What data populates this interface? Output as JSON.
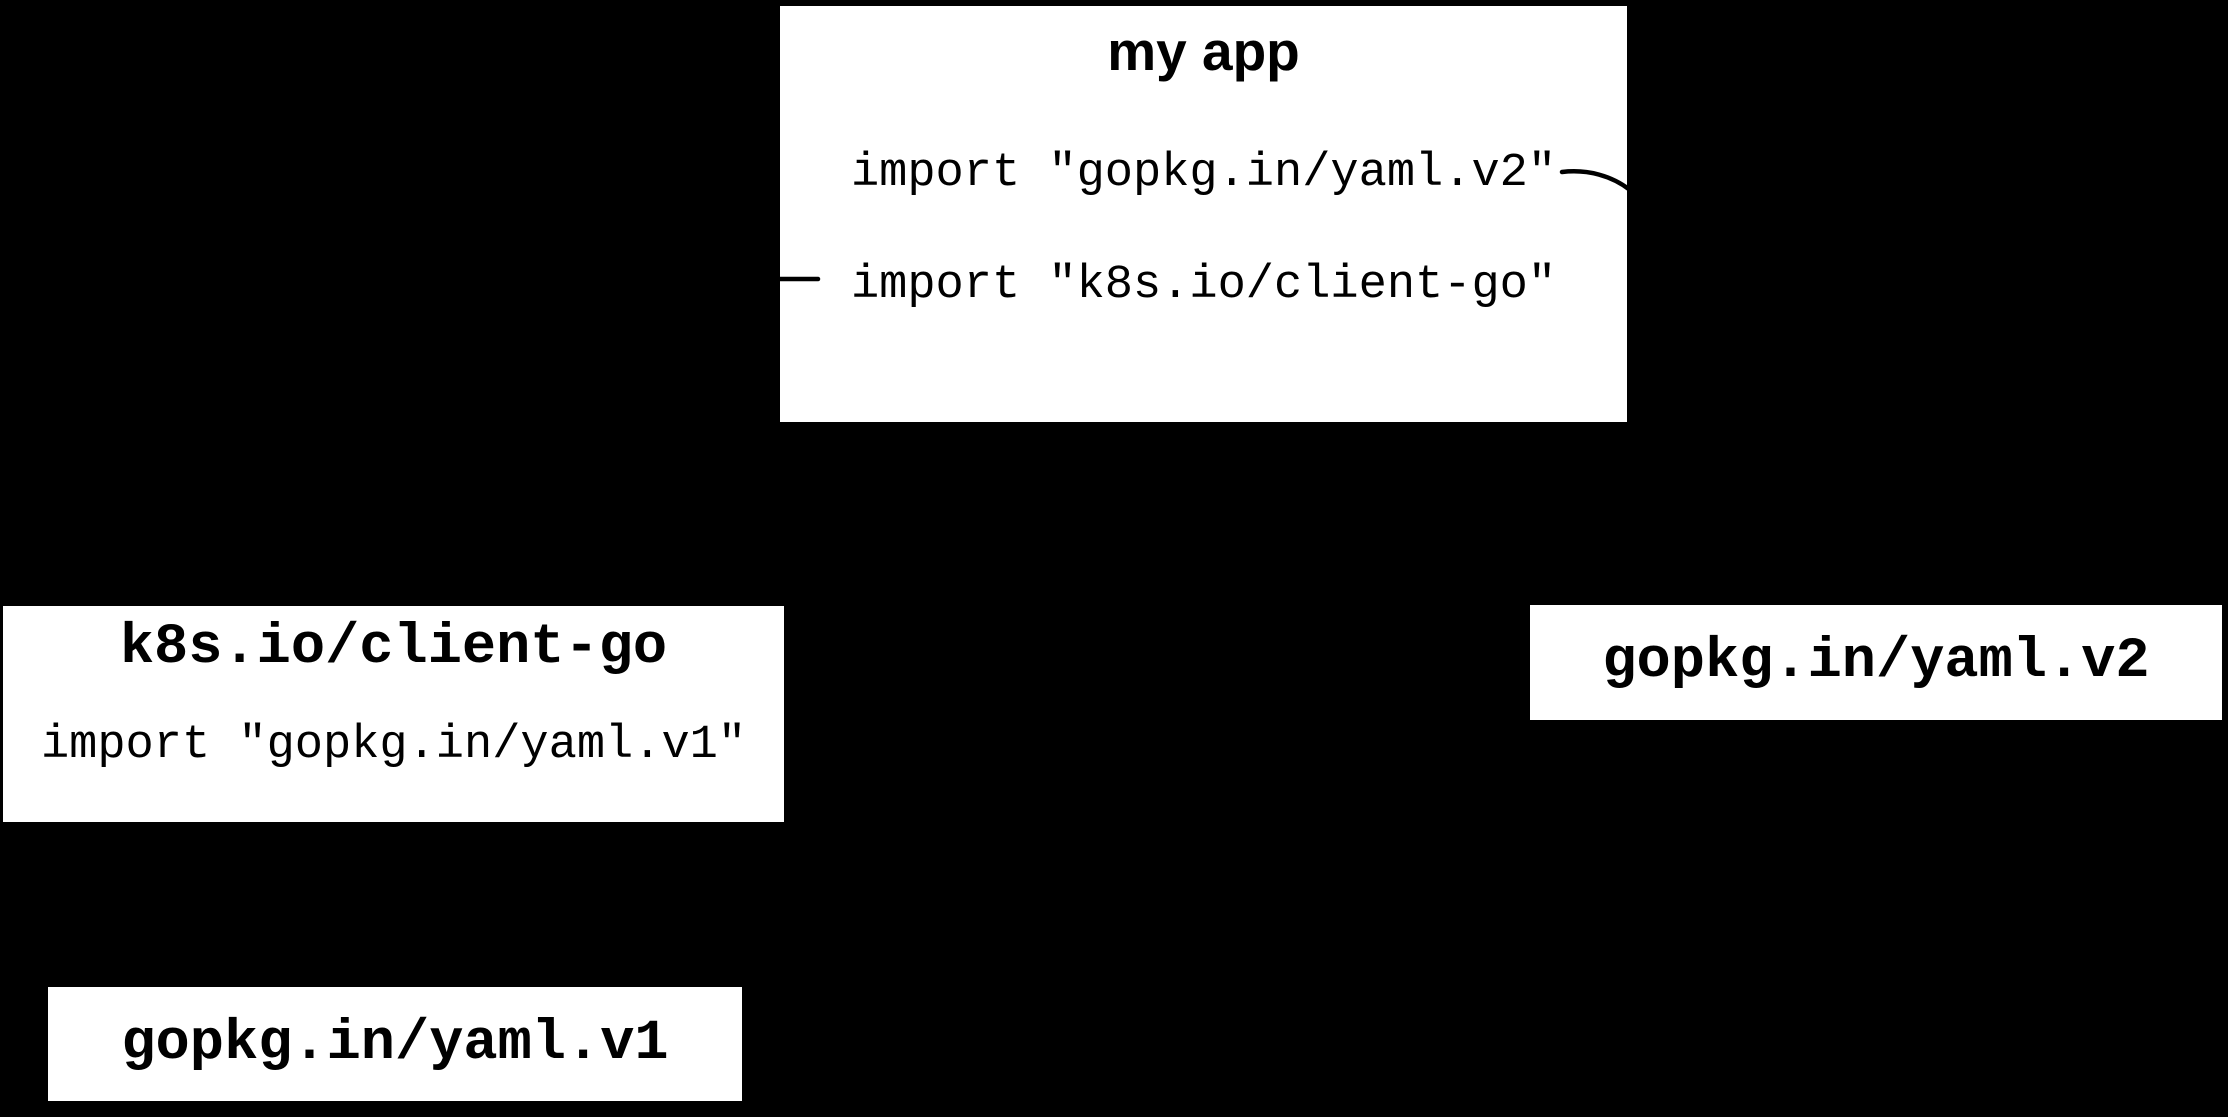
{
  "diagram": {
    "background_color": "#000000",
    "node_fill_color": "#ffffff",
    "text_color": "#000000",
    "nodes": {
      "my_app": {
        "title": "my app",
        "imports": [
          "import \"gopkg.in/yaml.v2\"",
          "import \"k8s.io/client-go\""
        ]
      },
      "client_go": {
        "title": "k8s.io/client-go",
        "imports": [
          "import \"gopkg.in/yaml.v1\""
        ]
      },
      "yaml_v2": {
        "title": "gopkg.in/yaml.v2"
      },
      "yaml_v1": {
        "title": "gopkg.in/yaml.v1"
      }
    },
    "edges": [
      {
        "from": "my app / import \"gopkg.in/yaml.v2\"",
        "to": "gopkg.in/yaml.v2"
      },
      {
        "from": "my app / import \"k8s.io/client-go\"",
        "to": "k8s.io/client-go"
      }
    ]
  }
}
